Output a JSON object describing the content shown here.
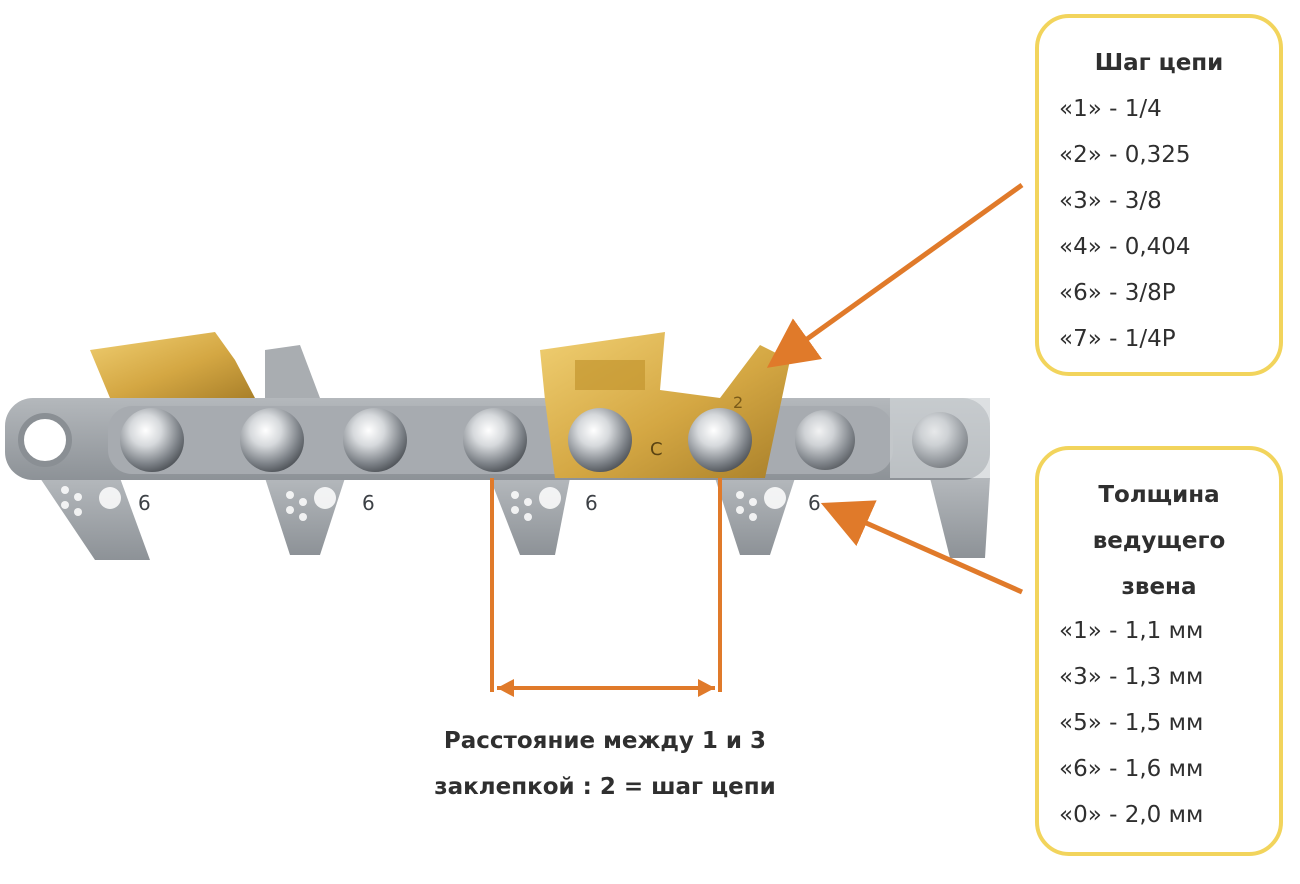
{
  "pitch_box": {
    "title": "Шаг цепи",
    "items": [
      "«1» - 1/4",
      "«2» - 0,325",
      "«3» - 3/8",
      "«4» - 0,404",
      "«6» - 3/8P",
      "«7» - 1/4P"
    ]
  },
  "gauge_box": {
    "title_lines": [
      "Толщина",
      "ведущего",
      "звена"
    ],
    "items": [
      "«1» - 1,1 мм",
      "«3» - 1,3 мм",
      "«5» - 1,5 мм",
      "«6» - 1,6 мм",
      "«0» - 2,0 мм"
    ]
  },
  "caption": {
    "line1": "Расстояние между 1 и 3",
    "line2": "заклепкой : 2 = шаг цепи"
  },
  "chain_marks": {
    "drive_link_number": "6",
    "cutter_pitch_mark": "2",
    "cutter_letter": "C"
  },
  "colors": {
    "accent_arrow": "#e07a2a",
    "box_border": "#f2d45c",
    "chain_steel": "#9ea3a8",
    "cutter_gold": "#d9ad45"
  }
}
